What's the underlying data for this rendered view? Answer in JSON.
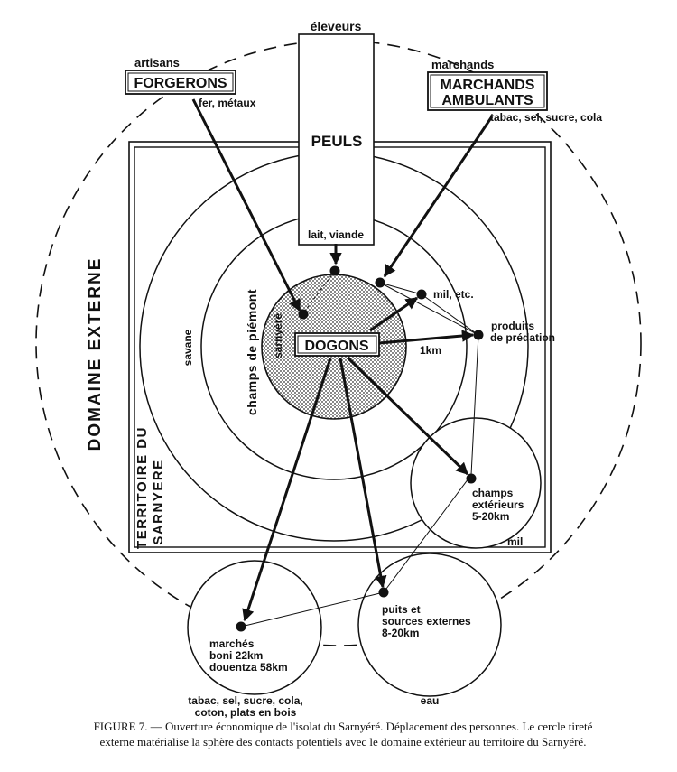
{
  "diagram": {
    "outer_circle_label": "DOMAINE EXTERNE",
    "territory_label_line1": "TERRITOIRE DU",
    "territory_label_line2": "SARNYERE",
    "peuls": {
      "top_label": "éleveurs",
      "box_label": "PEULS",
      "product": "lait, viande"
    },
    "forgerons": {
      "top_label": "artisans",
      "box_label": "FORGERONS",
      "product": "fer, métaux"
    },
    "marchands": {
      "top_label": "marchands",
      "box_label_line1": "MARCHANDS",
      "box_label_line2": "AMBULANTS",
      "product": "tabac, sel, sucre, cola"
    },
    "dogons_label": "DOGONS",
    "ring_labels": {
      "savane": "savane",
      "champs_piemont": "champs de piémont",
      "sarnyere": "sarnyéré",
      "km": "1km",
      "mil_corner": "mil"
    },
    "mil_etc": "mil, etc.",
    "produits_line1": "produits",
    "produits_line2": "de prédation",
    "champs_ext": {
      "line1": "champs",
      "line2": "extérieurs",
      "line3": "5-20km"
    },
    "puits": {
      "line1": "puits et",
      "line2": "sources externes",
      "line3": "8-20km",
      "below": "eau"
    },
    "marches": {
      "line1": "marchés",
      "line2": "boni 22km",
      "line3": "douentza 58km",
      "below_line1": "tabac, sel, sucre, cola,",
      "below_line2": "coton, plats en bois"
    }
  },
  "caption": {
    "line1": "FIGURE 7. — Ouverture économique de l'isolat du Sarnyéré. Déplacement des personnes. Le cercle tireté",
    "line2": "externe matérialise la sphère des contacts potentiels avec le domaine extérieur au territoire du Sarnyéré."
  }
}
